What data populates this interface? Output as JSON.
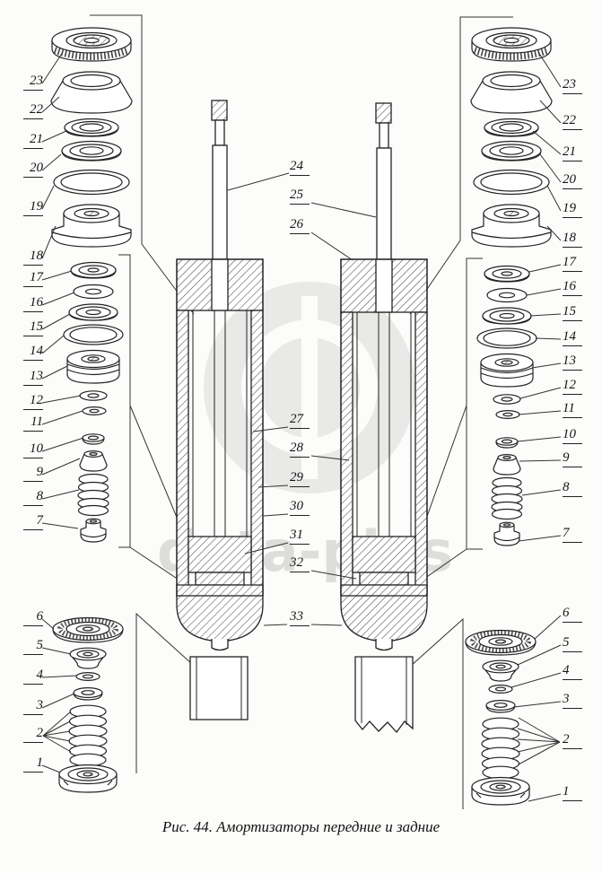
{
  "figure": {
    "caption": "Рис. 44. Амортизаторы передние и задние",
    "watermark": "deta-plus"
  },
  "labels": {
    "left": [
      "23",
      "22",
      "21",
      "20",
      "19",
      "18",
      "17",
      "16",
      "15",
      "14",
      "13",
      "12",
      "11",
      "10",
      "9",
      "8",
      "7",
      "6",
      "5",
      "4",
      "3",
      "2",
      "1"
    ],
    "right": [
      "23",
      "22",
      "21",
      "20",
      "19",
      "18",
      "17",
      "16",
      "15",
      "14",
      "13",
      "12",
      "11",
      "10",
      "9",
      "8",
      "7",
      "6",
      "5",
      "4",
      "3",
      "2",
      "1"
    ],
    "center": [
      "24",
      "25",
      "26",
      "27",
      "28",
      "29",
      "30",
      "31",
      "32",
      "33"
    ]
  }
}
